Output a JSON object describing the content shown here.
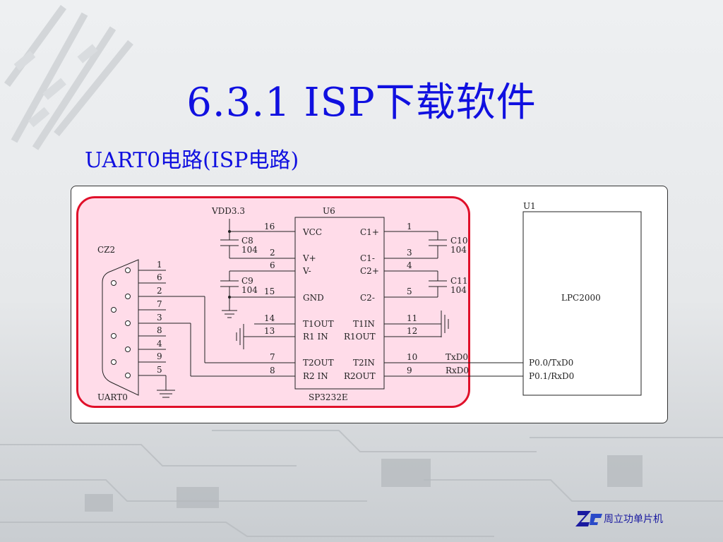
{
  "slide": {
    "title": "6.3.1 ISP下载软件",
    "subtitle": "UART0电路(ISP电路)"
  },
  "schematic": {
    "chip_u6": {
      "ref": "U6",
      "part": "SP3232E",
      "left_pins": [
        {
          "num": "16",
          "name": "VCC"
        },
        {
          "num": "2",
          "name": "V+"
        },
        {
          "num": "6",
          "name": "V-"
        },
        {
          "num": "15",
          "name": "GND"
        },
        {
          "num": "14",
          "name": "T1OUT"
        },
        {
          "num": "13",
          "name": "R1 IN"
        },
        {
          "num": "7",
          "name": "T2OUT"
        },
        {
          "num": "8",
          "name": "R2 IN"
        }
      ],
      "right_pins": [
        {
          "num": "1",
          "name": "C1+"
        },
        {
          "num": "3",
          "name": "C1-"
        },
        {
          "num": "4",
          "name": "C2+"
        },
        {
          "num": "5",
          "name": "C2-"
        },
        {
          "num": "11",
          "name": "T1IN"
        },
        {
          "num": "12",
          "name": "R1OUT"
        },
        {
          "num": "10",
          "name": "T2IN"
        },
        {
          "num": "9",
          "name": "R2OUT"
        }
      ]
    },
    "supply_label": "VDD3.3",
    "caps": [
      {
        "ref": "C8",
        "value": "104"
      },
      {
        "ref": "C9",
        "value": "104"
      },
      {
        "ref": "C10",
        "value": "104"
      },
      {
        "ref": "C11",
        "value": "104"
      }
    ],
    "connector": {
      "ref": "CZ2",
      "name": "UART0",
      "pins": [
        "1",
        "6",
        "2",
        "7",
        "3",
        "8",
        "4",
        "9",
        "5"
      ]
    },
    "chip_u1": {
      "ref": "U1",
      "part": "LPC2000",
      "pins": [
        "P0.0/TxD0",
        "P0.1/RxD0"
      ]
    },
    "nets": [
      "TxD0",
      "RxD0"
    ]
  },
  "footer": {
    "company": "周立功单片机"
  }
}
